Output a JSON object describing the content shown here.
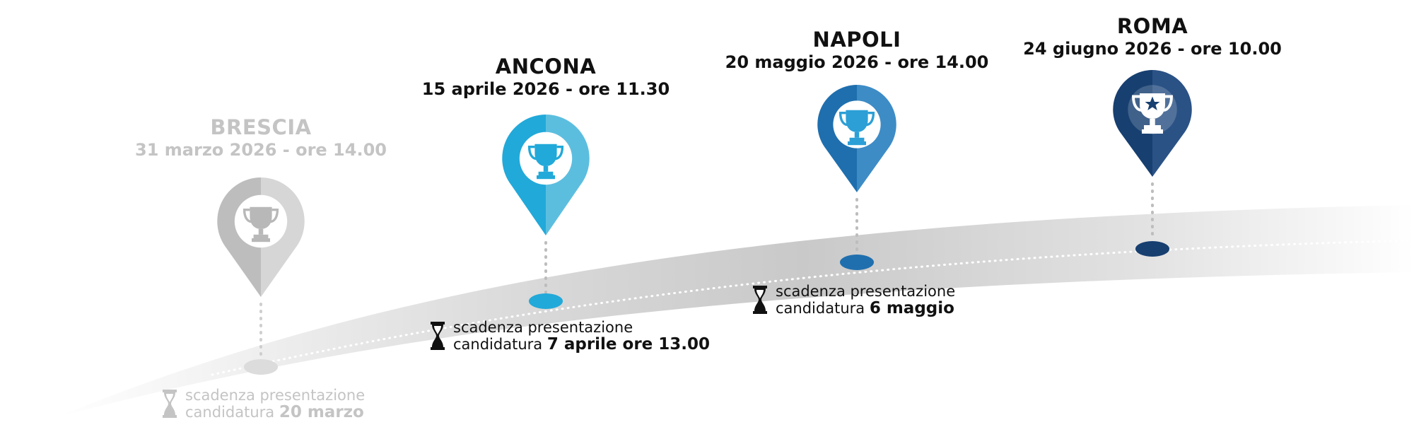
{
  "stops": [
    {
      "city": "BRESCIA",
      "date": "31 marzo 2026 - ore 14.00",
      "deadline_line1": "scadenza presentazione",
      "deadline_prefix": "candidatura",
      "deadline_date": "20 marzo",
      "state": "past",
      "icon": "trophy-icon",
      "colors": {
        "pin_left": "#bdbdbd",
        "pin_right": "#d6d6d6",
        "dot": "#dcdcdc",
        "text": "#c4c4c4",
        "trophy": "#b8b8b8"
      }
    },
    {
      "city": "ANCONA",
      "date": "15 aprile 2026 - ore 11.30",
      "deadline_line1": "scadenza presentazione",
      "deadline_prefix": "candidatura",
      "deadline_date": "7 aprile ore 13.00",
      "state": "upcoming",
      "icon": "trophy-icon",
      "colors": {
        "pin_left": "#21a9d9",
        "pin_right": "#5cbedf",
        "dot": "#21a9d9",
        "text": "#111111",
        "trophy": "#21a9d9"
      }
    },
    {
      "city": "NAPOLI",
      "date": "20 maggio 2026 - ore 14.00",
      "deadline_line1": "scadenza presentazione",
      "deadline_prefix": "candidatura",
      "deadline_date": "6 maggio",
      "state": "upcoming",
      "icon": "trophy-icon",
      "colors": {
        "pin_left": "#1f6fae",
        "pin_right": "#3d8cc6",
        "dot": "#1f6fae",
        "text": "#111111",
        "trophy": "#2c9fd6"
      }
    },
    {
      "city": "ROMA",
      "date": "24 giugno 2026 - ore 10.00",
      "state": "final",
      "icon": "trophy-star-icon",
      "colors": {
        "pin_left": "#173f70",
        "pin_right": "#2b5285",
        "dot": "#173f70",
        "text": "#111111",
        "trophy": "#ffffff"
      }
    }
  ]
}
